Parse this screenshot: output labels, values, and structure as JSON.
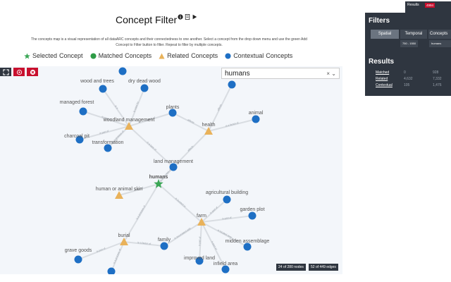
{
  "header": {
    "title": "Concept Filter",
    "description": "The concepts map is a visual representation of all dataARC concepts and their connectedness to one another. Select a concept from the drop down menu and use the green Add Concept to Filter button to filter. Repeat to filter by multiple concepts."
  },
  "legend": [
    {
      "word": "Selected",
      "rest": "Concept",
      "color": "#3aa655",
      "shape": "star"
    },
    {
      "word": "Matched",
      "rest": "Concepts",
      "color": "#2e9b46",
      "shape": "circle"
    },
    {
      "word": "Related",
      "rest": "Concepts",
      "color": "#e9b25a",
      "shape": "triangle"
    },
    {
      "word": "Contextual",
      "rest": "Concepts",
      "color": "#1e6fc4",
      "shape": "circle"
    }
  ],
  "search": {
    "value": "humans",
    "clear": "×",
    "caret": "⌄"
  },
  "map": {
    "counters": {
      "nodes": "24 of 280 nodes",
      "edges": "52 of 449 edges"
    },
    "nodes": [
      {
        "id": "humans",
        "label": "humans",
        "type": "selected"
      },
      {
        "id": "woodland",
        "label": "woodland management",
        "type": "related"
      },
      {
        "id": "health",
        "label": "health",
        "type": "related"
      },
      {
        "id": "hoa",
        "label": "human or animal skin",
        "type": "related"
      },
      {
        "id": "farm",
        "label": "farm",
        "type": "related"
      },
      {
        "id": "burial",
        "label": "burial",
        "type": "related"
      },
      {
        "id": "top",
        "label": "",
        "type": "contextual"
      },
      {
        "id": "wat",
        "label": "wood and trees",
        "type": "contextual"
      },
      {
        "id": "ddw",
        "label": "dry dead wood",
        "type": "contextual"
      },
      {
        "id": "mf",
        "label": "managed forest",
        "type": "contextual"
      },
      {
        "id": "plants",
        "label": "plants",
        "type": "contextual"
      },
      {
        "id": "animal",
        "label": "animal",
        "type": "contextual"
      },
      {
        "id": "cp",
        "label": "charcoal pit",
        "type": "contextual"
      },
      {
        "id": "trans",
        "label": "transformation",
        "type": "contextual"
      },
      {
        "id": "lm",
        "label": "land management",
        "type": "contextual"
      },
      {
        "id": "ab",
        "label": "agricultural building",
        "type": "contextual"
      },
      {
        "id": "gp",
        "label": "garden plot",
        "type": "contextual"
      },
      {
        "id": "ma",
        "label": "midden assemblage",
        "type": "contextual"
      },
      {
        "id": "fam",
        "label": "family",
        "type": "contextual"
      },
      {
        "id": "il",
        "label": "improved land",
        "type": "contextual"
      },
      {
        "id": "ia",
        "label": "infield area",
        "type": "contextual"
      },
      {
        "id": "gg",
        "label": "grave goods",
        "type": "contextual"
      },
      {
        "id": "srch",
        "label": "",
        "type": "contextual"
      },
      {
        "id": "bot",
        "label": "",
        "type": "contextual"
      }
    ],
    "edge_labels": {
      "wat-woodland": "is a",
      "ddw-woodland": "is used for",
      "mf-woodland": "is part of",
      "cp-woodland": "is part of",
      "trans-woodland": "is a process of",
      "plants-woodland": "is part of",
      "plants-health": "affects",
      "srch-health": "affects",
      "animal-health": "is a factor of",
      "lm-woodland": "is a type of",
      "lm-health": "affects",
      "humans-lm": "is a process of",
      "humans-hoa": "is part of",
      "humans-farm": "is located in",
      "humans-burial": "is a process of",
      "ab-farm": "is part of",
      "gp-farm": "is part of",
      "ma-farm": "is located near",
      "fam-farm": "is associated with",
      "il-farm": "is part of",
      "ia-farm": "is part of",
      "fam-burial": "is a factor of",
      "gg-burial": "is part of",
      "burial-bot": "is a process of"
    }
  },
  "panel": {
    "results_tab": "Results",
    "results_count": "4994",
    "filters_title": "Filters",
    "filter_tabs": [
      "Spatial",
      "Temporal",
      "Concepts"
    ],
    "temporal_chip": "750 - 1550",
    "concept_chip": "humans",
    "results_title": "Results",
    "rows": [
      {
        "label": "Matched",
        "a": "0",
        "b": "928"
      },
      {
        "label": "Related",
        "a": "4,632",
        "b": "7,332"
      },
      {
        "label": "Contextual",
        "a": "105",
        "b": "1,476"
      }
    ]
  },
  "colors": {
    "panel": "#2f3640",
    "accent": "#c8102e",
    "related": "#e9b25a",
    "contextual": "#1e6fc4",
    "selected": "#3aa655"
  }
}
